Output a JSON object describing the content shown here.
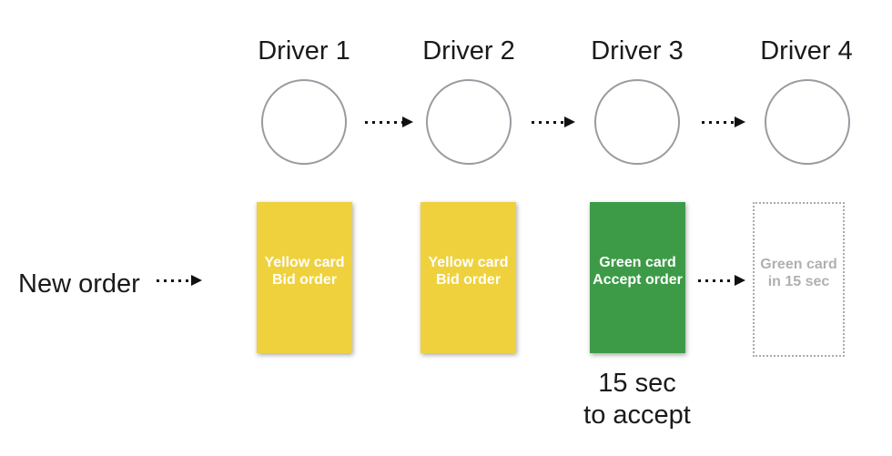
{
  "drivers": [
    {
      "label": "Driver 1"
    },
    {
      "label": "Driver 2"
    },
    {
      "label": "Driver 3"
    },
    {
      "label": "Driver 4"
    }
  ],
  "flow": {
    "new_order_label": "New order"
  },
  "cards": [
    {
      "line1": "Yellow card",
      "line2": "Bid order"
    },
    {
      "line1": "Yellow card",
      "line2": "Bid order"
    },
    {
      "line1": "Green card",
      "line2": "Accept order"
    },
    {
      "line1": "Green card",
      "line2": "in 15 sec"
    }
  ],
  "footnote": {
    "line1": "15 sec",
    "line2": "to accept"
  },
  "colors": {
    "yellow_card": "#EFD13E",
    "green_card": "#3D9B48",
    "circle_border": "#9A9AA1",
    "dashed_border": "#ABABAB",
    "dashed_text": "#B0B0B0",
    "arrow": "#111111",
    "text": "#1A1A1A",
    "card_text": "#FFFFFF"
  }
}
